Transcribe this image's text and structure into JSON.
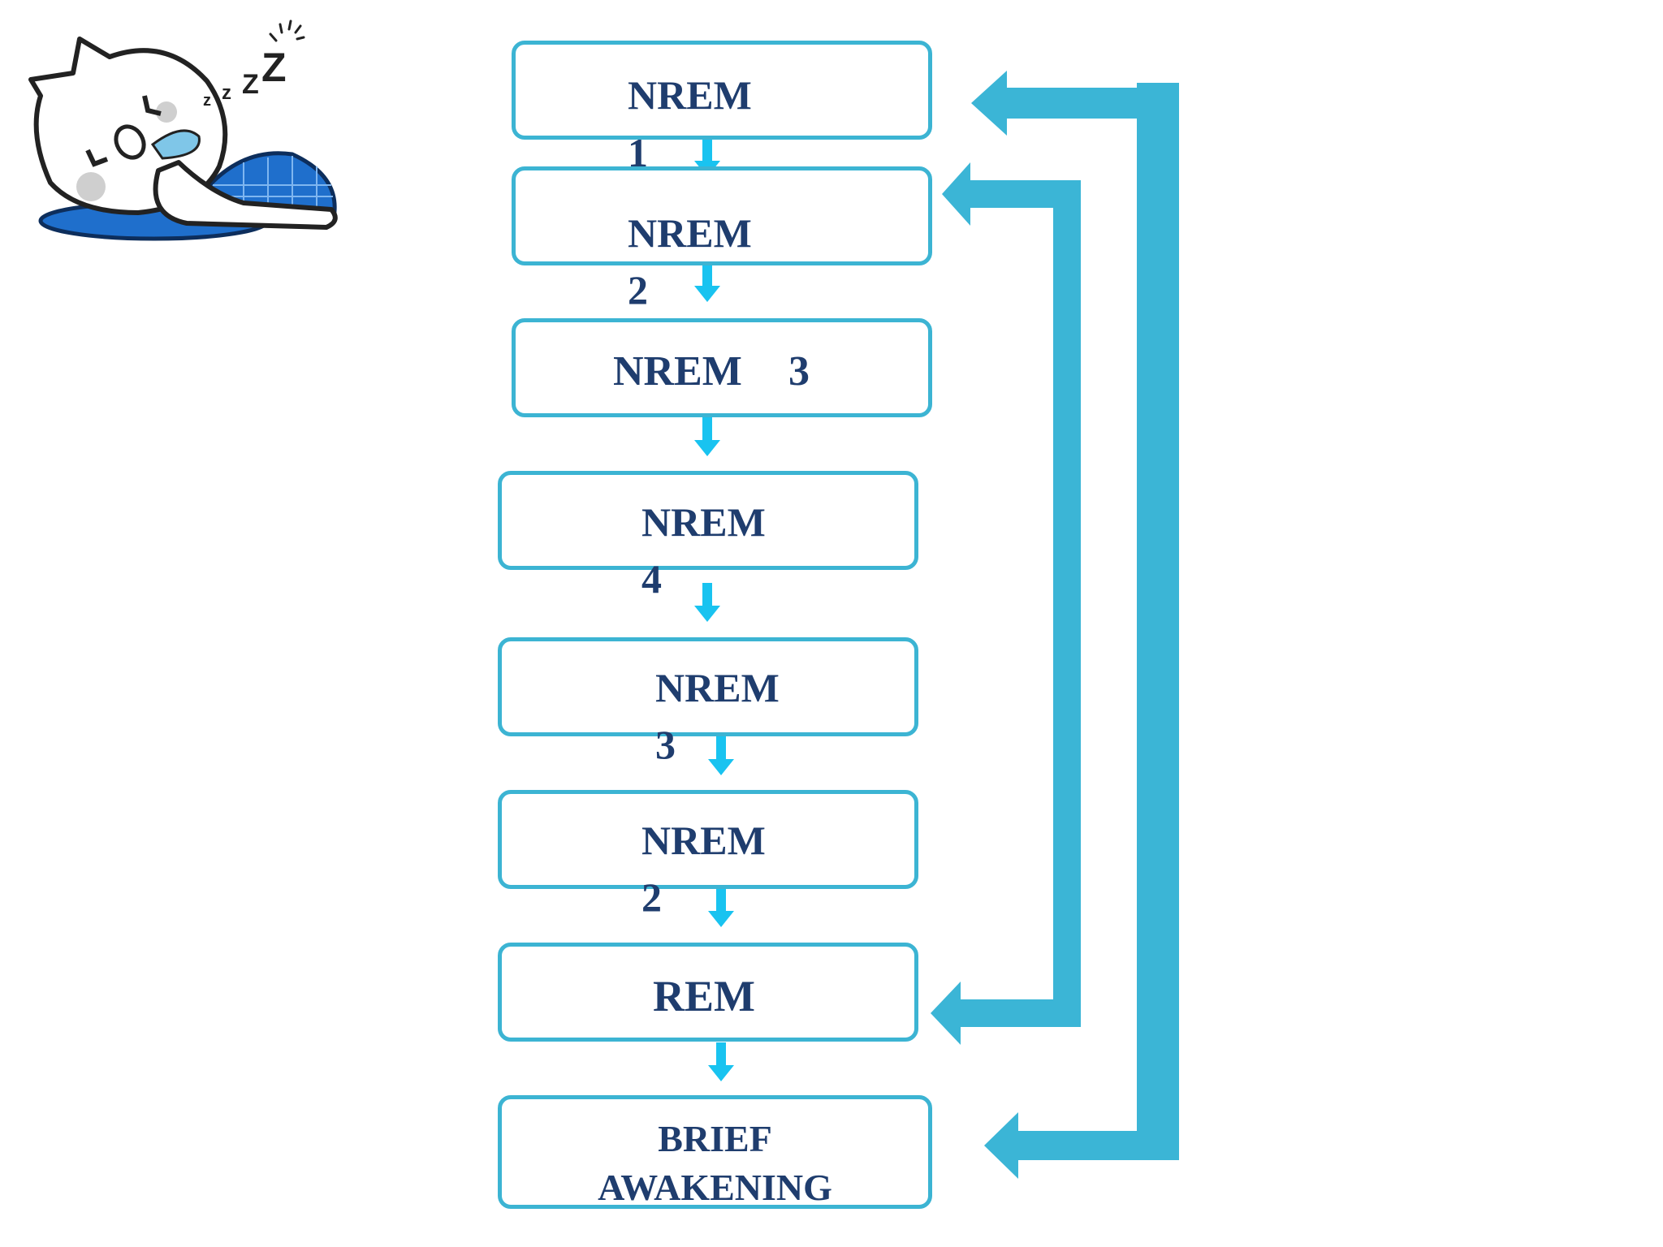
{
  "stages": [
    {
      "word": "NREM",
      "num": "1"
    },
    {
      "word": "NREM",
      "num": "2"
    },
    {
      "word": "NREM",
      "num": "3"
    },
    {
      "word": "NREM",
      "num": "4"
    },
    {
      "word": "NREM",
      "num": "3"
    },
    {
      "word": "NREM",
      "num": "2"
    },
    {
      "word": "REM",
      "num": ""
    },
    {
      "word": "BRIEF",
      "num": "AWAKENING"
    }
  ],
  "illustration": {
    "zzz": "z z Z Z"
  },
  "colors": {
    "box_border": "#3cb4d3",
    "flow_arrow": "#19c3f0",
    "cycle_arrow": "#3bb5d6",
    "text": "#1f3d6e",
    "pillow": "#1f6fcc"
  }
}
